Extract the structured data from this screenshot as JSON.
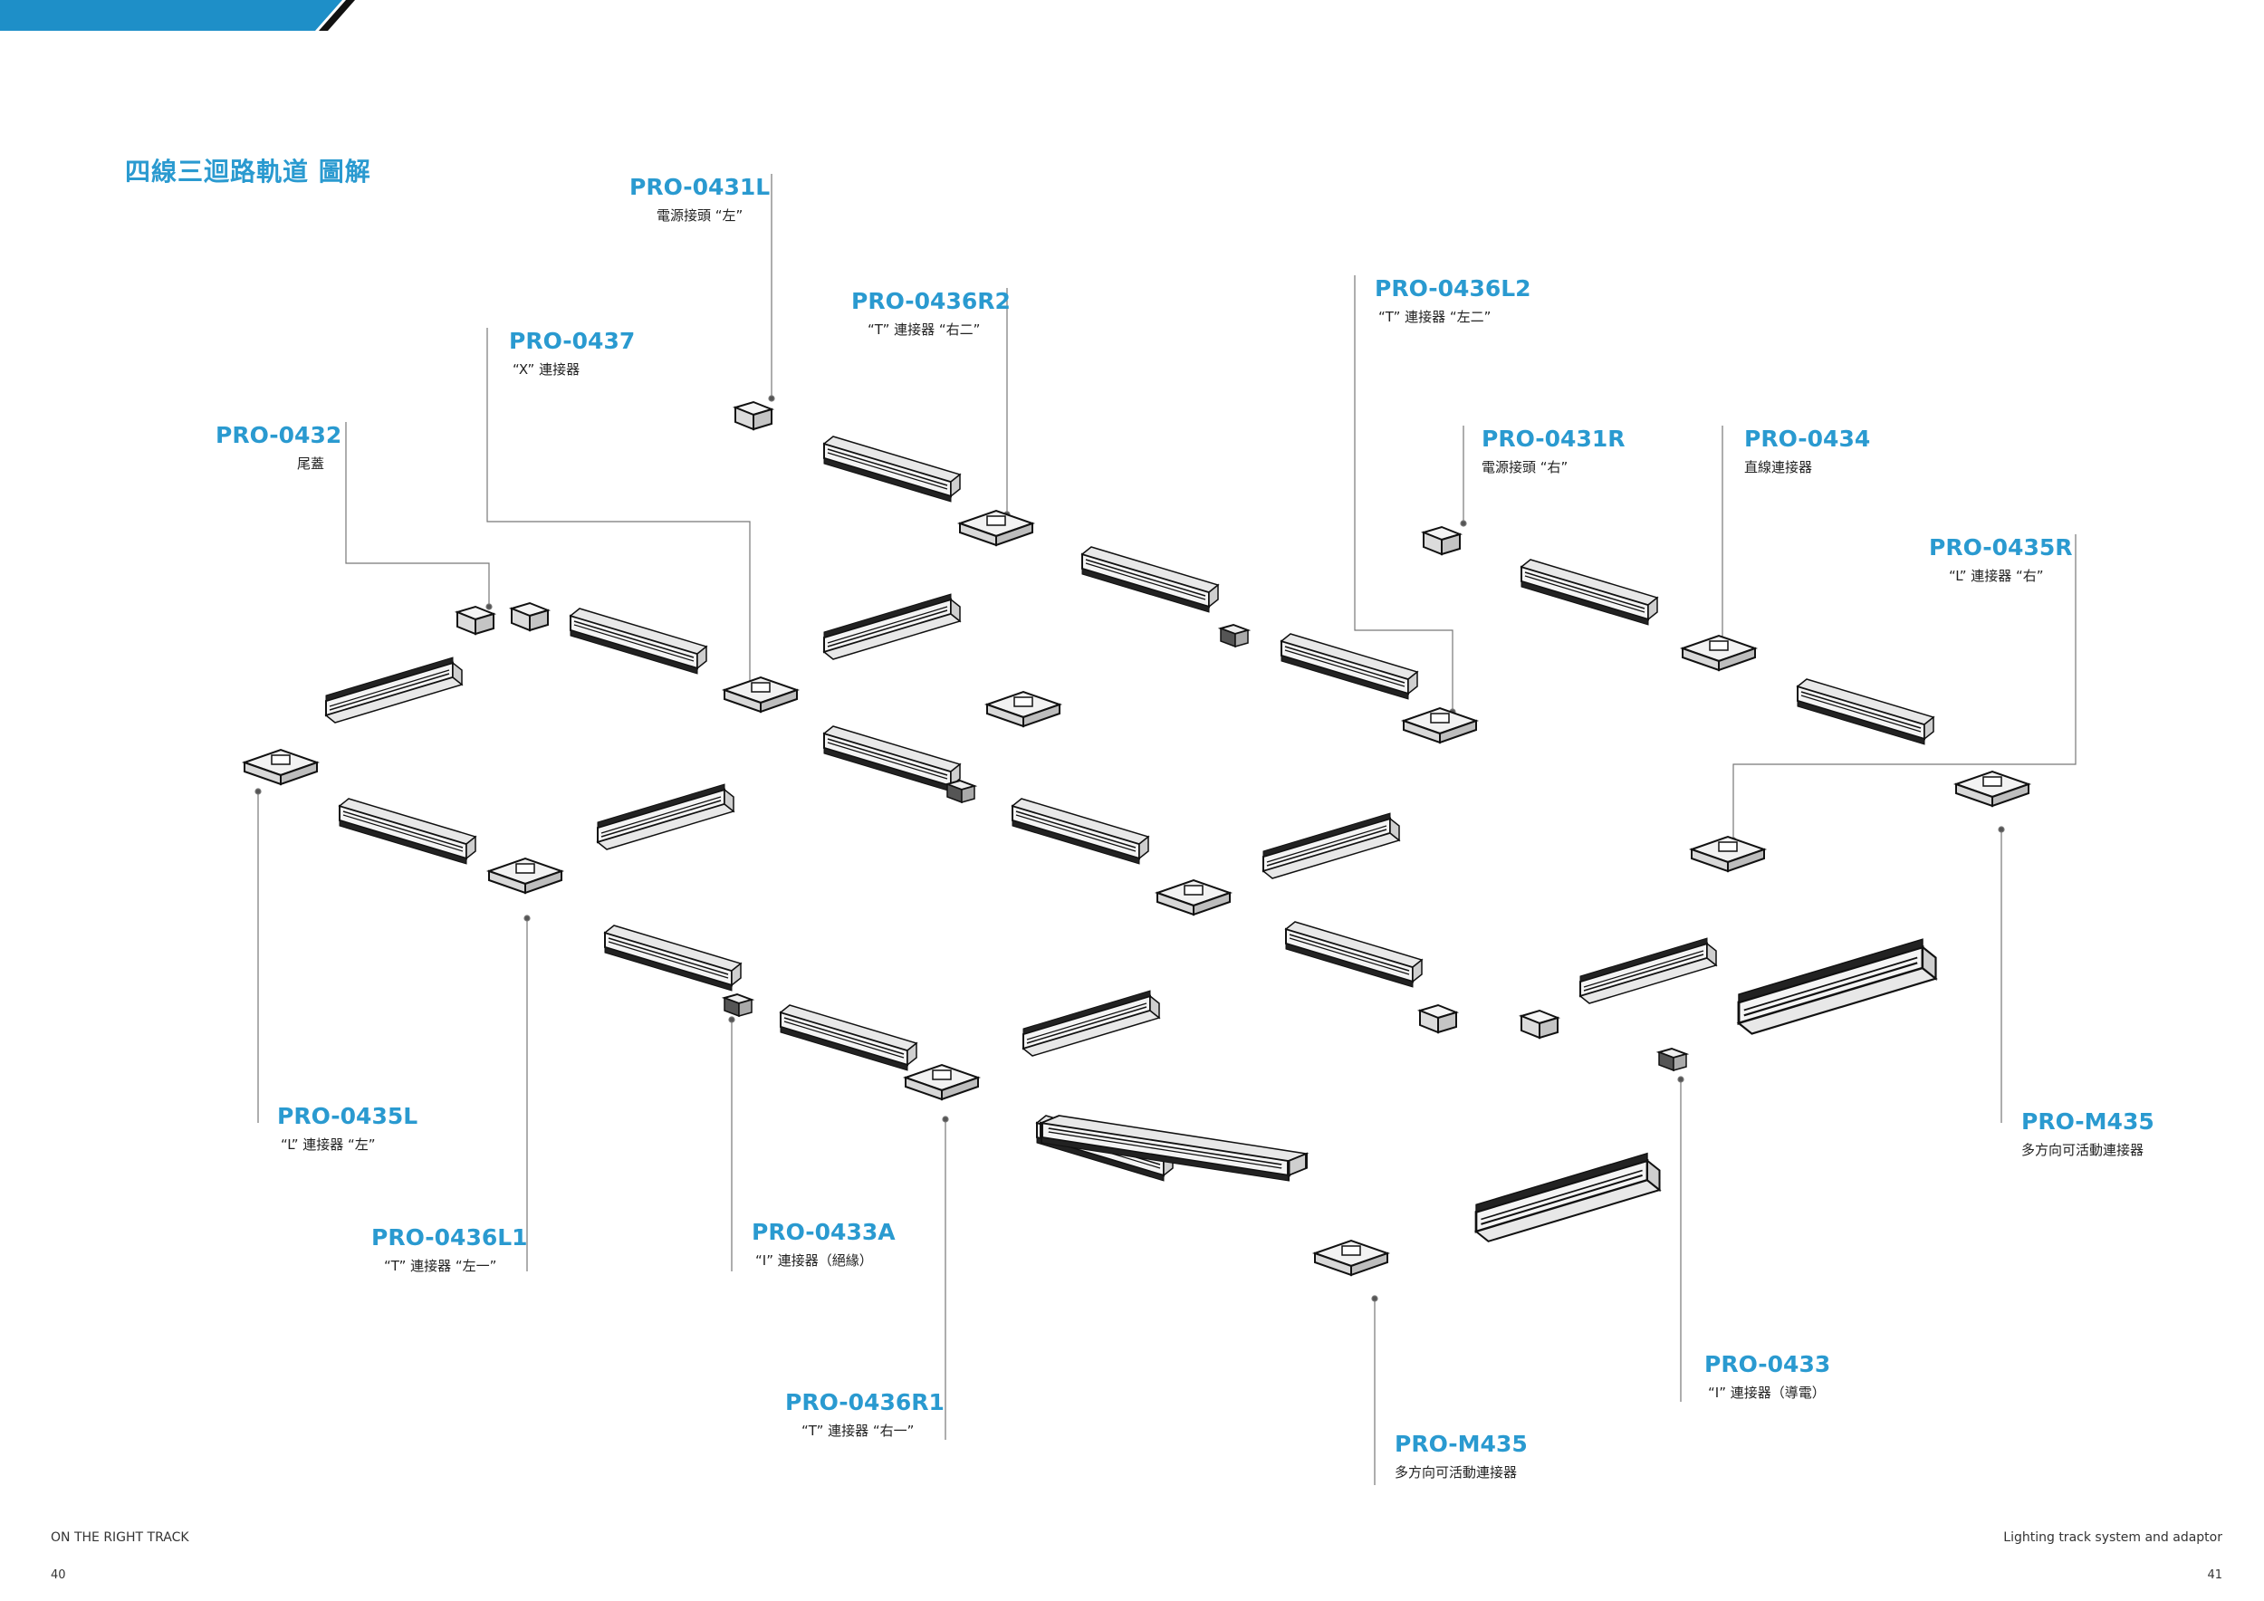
{
  "title": "四線三迴路軌道 圖解",
  "accent": "#2a9ad0",
  "labels": [
    {
      "code": "PRO-0431L",
      "desc": "電源接頭 “左”"
    },
    {
      "code": "PRO-0436R2",
      "desc": "“T” 連接器 “右二”"
    },
    {
      "code": "PRO-0437",
      "desc": "“X” 連接器"
    },
    {
      "code": "PRO-0432",
      "desc": "尾蓋"
    },
    {
      "code": "PRO-0436L2",
      "desc": "“T” 連接器 “左二”"
    },
    {
      "code": "PRO-0431R",
      "desc": "電源接頭 “右”"
    },
    {
      "code": "PRO-0434",
      "desc": "直線連接器"
    },
    {
      "code": "PRO-0435R",
      "desc": "“L” 連接器 “右”"
    },
    {
      "code": "PRO-0435L",
      "desc": "“L” 連接器 “左”"
    },
    {
      "code": "PRO-0436L1",
      "desc": "“T” 連接器 “左一”"
    },
    {
      "code": "PRO-0433A",
      "desc": "“I” 連接器（絕緣）"
    },
    {
      "code": "PRO-0436R1",
      "desc": "“T” 連接器 “右一”"
    },
    {
      "code": "PRO-M435",
      "desc": "多方向可活動連接器"
    },
    {
      "code": "PRO-0433",
      "desc": "“I” 連接器（導電）"
    },
    {
      "code": "PRO-M435",
      "desc": "多方向可活動連接器"
    }
  ],
  "footer": {
    "left_text": "ON THE RIGHT TRACK",
    "right_text": "Lighting track system and adaptor",
    "page_left": "40",
    "page_right": "41"
  }
}
